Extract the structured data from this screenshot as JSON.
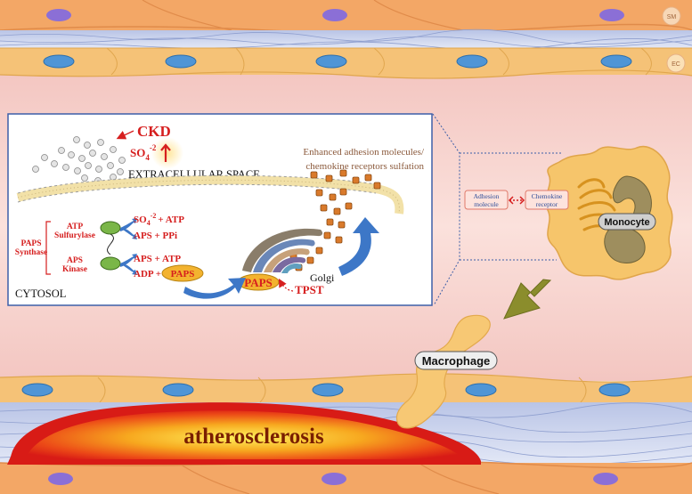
{
  "labels": {
    "sm": "SM",
    "ec": "EC",
    "ckd": "CKD",
    "sulfate": "SO",
    "sulfate_sub": "4",
    "sulfate_sup": "-2",
    "extracellular": "EXTRACELLULAR SPACE",
    "enhanced_line1": "Enhanced adhesion molecules/",
    "enhanced_line2": "chemokine receptors sulfation",
    "atp_sulfurylase_1": "ATP",
    "atp_sulfurylase_2": "Sulfurylase",
    "paps_synthase_1": "PAPS",
    "paps_synthase_2": "Synthase",
    "aps_kinase_1": "APS",
    "aps_kinase_2": "Kinase",
    "rxn1_reactants_tail": "+ ATP",
    "rxn1_products": "APS + PPi",
    "rxn2_reactants": "APS + ATP",
    "rxn2_products_prefix": "ADP +",
    "paps": "PAPS",
    "paps_golgi": "PAPS",
    "golgi": "Golgi",
    "tpst": "TPST",
    "cytosol": "CYTOSOL",
    "adhesion_1": "Adhesion",
    "adhesion_2": "molecule",
    "chemokine_1": "Chemokine",
    "chemokine_2": "receptor",
    "monocyte": "Monocyte",
    "macrophage": "Macrophage",
    "atherosclerosis": "atherosclerosis"
  },
  "colors": {
    "lumen": "#f7d3cf",
    "smooth_muscle": "#f3a766",
    "endothelium": "#f5c277",
    "nucleus": "#4f95d6",
    "sm_nucleus": "#8b6fd6",
    "membrane": "#f2e1a8",
    "vesicle": "#d9d9d9",
    "sulfated_cube": "#d97a2b",
    "red_text": "#d61f1f",
    "blue_arrow": "#3d77c7",
    "enzyme": "#7ab648",
    "cell_body": "#f6c56b",
    "macrophage": "#f7c874",
    "plaque_outer": "#e0211b",
    "plaque_inner": "#ffe23a",
    "olive_arrow": "#8b8d2c"
  }
}
